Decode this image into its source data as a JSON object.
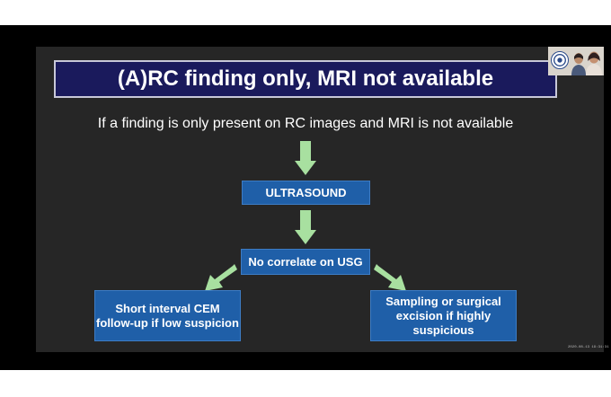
{
  "slide": {
    "title": "(A)RC finding only, MRI not available",
    "subtitle": "If a finding is only present on RC images and MRI is not available",
    "flow": {
      "step1": "ULTRASOUND",
      "step2": "No correlate on USG",
      "left_outcome": "Short interval CEM follow-up if low suspicion",
      "right_outcome": "Sampling or surgical excision if highly suspicious"
    }
  },
  "video": {
    "timestamp": "2020-08-13 19:31:31"
  },
  "colors": {
    "title_bg": "#1a1a5c",
    "box_bg": "#1f5fa8",
    "arrow": "#a8e0a0",
    "slide_bg": "#262626"
  },
  "icons": [
    "down-arrow-icon",
    "diagonal-arrow-icon",
    "logo-icon"
  ]
}
